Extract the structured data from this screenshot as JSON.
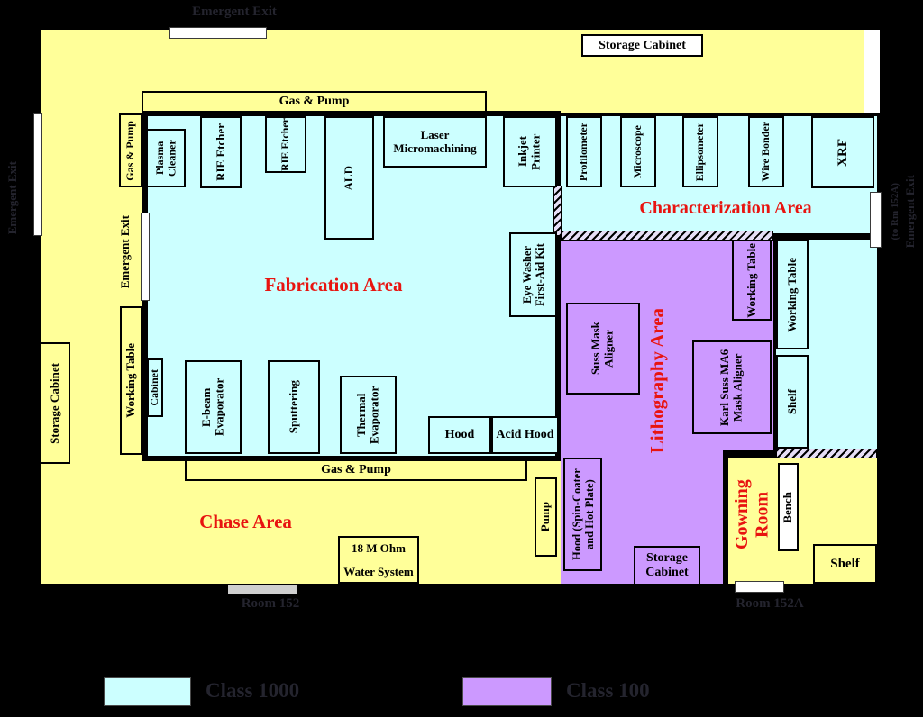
{
  "legend": {
    "class1000": {
      "label": "Class 1000",
      "color": "#ccffff"
    },
    "class100": {
      "label": "Class 100",
      "color": "#cc99ff"
    }
  },
  "areas": {
    "fabrication": "Fabrication Area",
    "characterization": "Characterization Area",
    "lithography": "Lithography Area",
    "chase": "Chase Area",
    "gowning": "Gowning Room"
  },
  "outside": {
    "top_exit": "Emergent Exit",
    "left_exit": "Emergent Exit",
    "right_exit": "Emergent Exit",
    "right_exit_note": "(to Rm 152A)",
    "room_left": "Room 152",
    "room_right": "Room 152A"
  },
  "chase": {
    "gas_pump_top": "Gas & Pump",
    "gas_pump_side": "Gas & Pump",
    "gas_pump_bottom": "Gas & Pump",
    "emergent_exit": "Emergent Exit",
    "working_table": "Working Table",
    "storage_cabinet": "Storage Cabinet",
    "storage_cabinet_top": "Storage Cabinet",
    "pump": "Pump",
    "water_system": "18 M Ohm Water System"
  },
  "fab": {
    "plasma_cleaner": "Plasma Cleaner",
    "rie_etcher_1": "RIE Etcher",
    "rie_etcher_2": "RIE Etcher",
    "ald": "ALD",
    "laser": "Laser Micromachining",
    "inkjet": "Inkjet Printer",
    "eye_washer": "Eye Washer First-Aid Kit",
    "cabinet": "Cabinet",
    "ebeam": "E-beam Evaporator",
    "sputtering": "Sputtering",
    "thermal": "Thermal Evaporator",
    "hood": "Hood",
    "acid_hood": "Acid Hood"
  },
  "charz": {
    "profilometer": "Profilometer",
    "microscope": "Microscope",
    "ellipsometer": "Ellipsometer",
    "wire_bonder": "Wire Bonder",
    "xrf": "XRF",
    "working_table": "Working Table",
    "shelf": "Shelf"
  },
  "litho": {
    "suss": "Suss Mask Aligner",
    "karl_suss": "Karl Suss MA6 Mask Aligner",
    "working_table": "Working Table",
    "hood_spin": "Hood (Spin-Coater and Hot Plate)",
    "storage_cabinet": "Storage Cabinet"
  },
  "gowning": {
    "bench": "Bench",
    "shelf": "Shelf"
  }
}
